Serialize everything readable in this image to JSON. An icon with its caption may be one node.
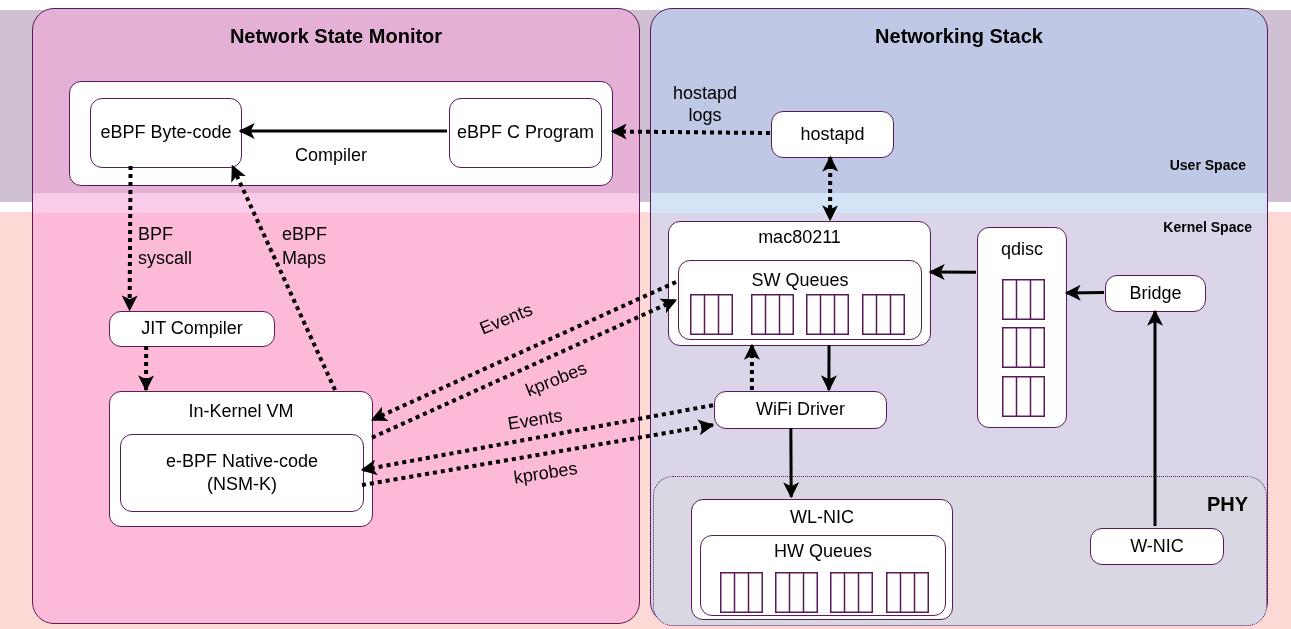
{
  "diagram": {
    "nodes": [
      {
        "text": [
          "Network State Monitor"
        ]
      },
      {
        "text": [],
        "shape": "box",
        "in": 0
      },
      {
        "text": [
          "eBPF Byte-code"
        ],
        "in": 1
      },
      {
        "text": [
          "eBPF C Program"
        ],
        "in": 1
      },
      {
        "text": [
          "JIT Compiler"
        ],
        "in": 0
      },
      {
        "text": [
          "In-Kernel VM"
        ],
        "in": 0
      },
      {
        "text": [
          "e-BPF Native-code (NSM-K)"
        ],
        "in": 5
      },
      {
        "text": [
          "Networking Stack"
        ]
      },
      {
        "text": [
          "hostapd"
        ],
        "in": 7
      },
      {
        "text": [
          "mac80211"
        ],
        "in": 7
      },
      {
        "text": [
          "SW Queues"
        ],
        "in": 9
      },
      {
        "text": [
          "qdisc"
        ],
        "in": 7
      },
      {
        "text": [
          "Bridge"
        ],
        "in": 7
      },
      {
        "text": [
          "WiFi Driver"
        ],
        "in": 7
      },
      {
        "text": [
          "PHY"
        ],
        "in": 7
      },
      {
        "text": [
          "WL-NIC"
        ],
        "in": 14
      },
      {
        "text": [
          "HW Queues"
        ],
        "in": 15
      },
      {
        "text": [
          "W-NIC"
        ],
        "in": 14
      }
    ],
    "edges": [
      {
        "from": 3,
        "to": 2,
        "arrow": "to",
        "label": "Compiler"
      },
      {
        "from": 8,
        "to": 1,
        "arrow": "to",
        "style": "dashed",
        "label": "hostapd logs"
      },
      {
        "from": 8,
        "to": 9,
        "arrow": "both",
        "style": "dashed"
      },
      {
        "from": 2,
        "to": 4,
        "arrow": "to",
        "style": "dashed",
        "label": "BPF syscall"
      },
      {
        "from": 5,
        "to": 2,
        "arrow": "to",
        "style": "dashed",
        "label": "eBPF Maps"
      },
      {
        "from": 4,
        "to": 5,
        "arrow": "to",
        "style": "dashed"
      },
      {
        "from": 10,
        "to": 5,
        "arrow": "to",
        "style": "dashed",
        "label": "Events"
      },
      {
        "from": 5,
        "to": 10,
        "arrow": "to",
        "style": "dashed",
        "label": "kprobes"
      },
      {
        "from": 13,
        "to": 6,
        "arrow": "to",
        "style": "dashed",
        "label": "Events"
      },
      {
        "from": 6,
        "to": 13,
        "arrow": "to",
        "style": "dashed",
        "label": "kprobes"
      },
      {
        "from": 9,
        "to": 13,
        "arrow": "to"
      },
      {
        "from": 13,
        "to": 9,
        "arrow": "to",
        "style": "dashed"
      },
      {
        "from": 11,
        "to": 9,
        "arrow": "to"
      },
      {
        "from": 12,
        "to": 11,
        "arrow": "to"
      },
      {
        "from": 17,
        "to": 12,
        "arrow": "to"
      },
      {
        "from": 13,
        "to": 15,
        "arrow": "to"
      }
    ],
    "labels": [
      "User Space",
      "Kernel Space"
    ]
  }
}
